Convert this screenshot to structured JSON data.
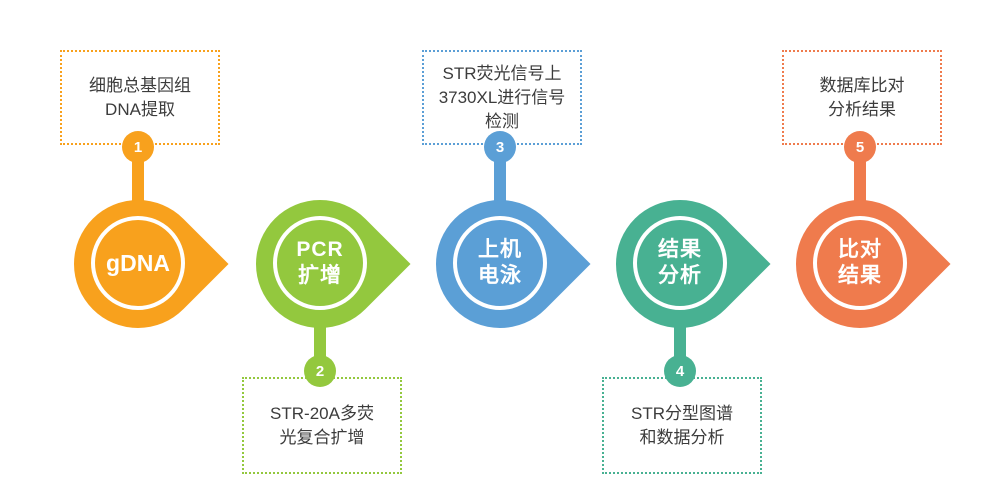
{
  "diagram": {
    "background_color": "#FFFFFF",
    "shape_label_color": "#FFFFFF",
    "note_text_color": "#3C3C3C"
  },
  "steps": [
    {
      "number": "1",
      "title": "gDNA",
      "note": "细胞总基因组\nDNA提取",
      "color": "#F8A11D",
      "note_position": "above"
    },
    {
      "number": "2",
      "title": "PCR\n扩增",
      "note": "STR-20A多荧\n光复合扩增",
      "color": "#93C83E",
      "note_position": "below"
    },
    {
      "number": "3",
      "title": "上机\n电泳",
      "note": "STR荧光信号上\n3730XL进行信号\n检测",
      "color": "#5B9FD6",
      "note_position": "above"
    },
    {
      "number": "4",
      "title": "结果\n分析",
      "note": "STR分型图谱\n和数据分析",
      "color": "#48B192",
      "note_position": "below"
    },
    {
      "number": "5",
      "title": "比对\n结果",
      "note": "数据库比对\n分析结果",
      "color": "#EF7B4D",
      "note_position": "above"
    }
  ]
}
